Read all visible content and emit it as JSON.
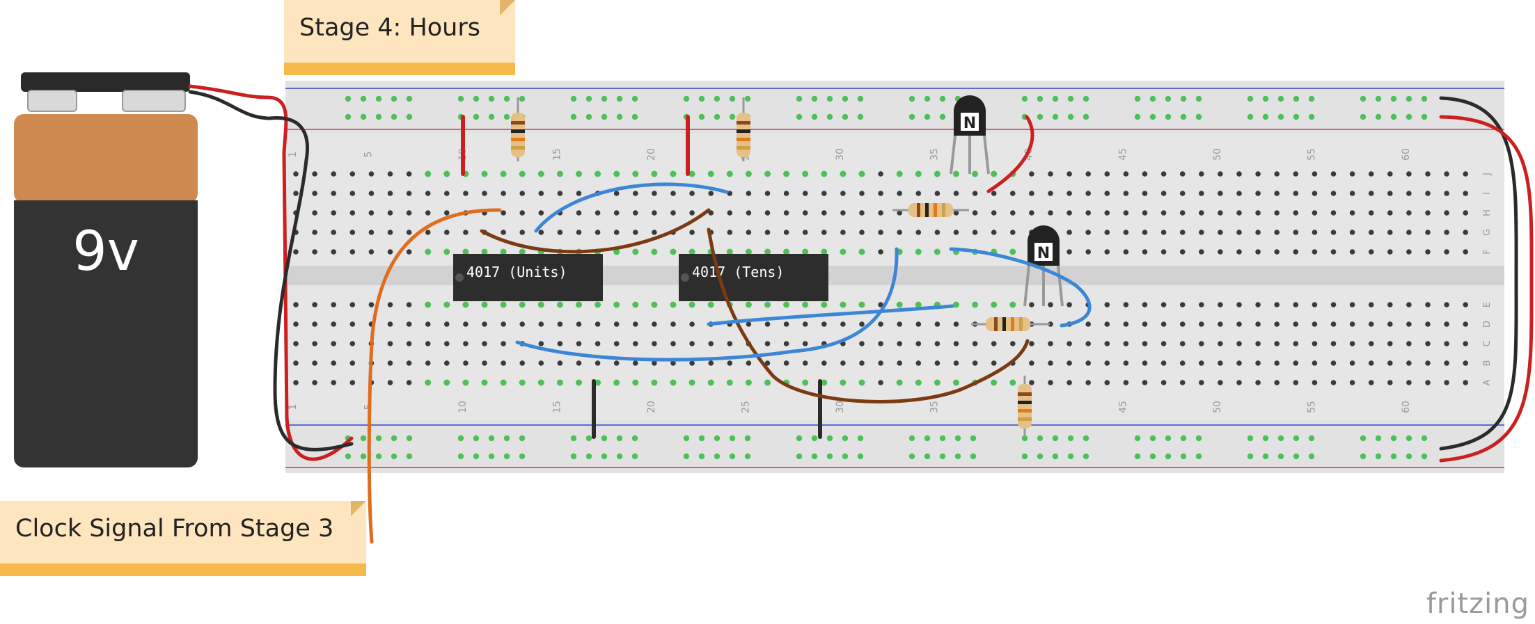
{
  "notes": {
    "stage": "Stage 4: Hours",
    "clock": "Clock Signal From Stage 3"
  },
  "battery": {
    "label": "9v"
  },
  "chips": {
    "units": "4017 (Units)",
    "tens": "4017 (Tens)"
  },
  "transistor_marking": "N",
  "breadboard": {
    "column_numbers": [
      "1",
      "5",
      "10",
      "15",
      "20",
      "25",
      "30",
      "35",
      "40",
      "45",
      "50",
      "55",
      "60"
    ],
    "row_letters_top": [
      "J",
      "I",
      "H",
      "G",
      "F"
    ],
    "row_letters_bottom": [
      "E",
      "D",
      "C",
      "B",
      "A"
    ]
  },
  "brand": "fritzing",
  "colors": {
    "wire_red": "#cc1f1f",
    "wire_black": "#2b2b2b",
    "wire_blue": "#3b86d6",
    "wire_brown": "#7a3b12",
    "wire_orange": "#e06d1d",
    "breadboard": "#e8e8e8",
    "note_bg": "#fde6bf",
    "note_band": "#f6b94a"
  }
}
